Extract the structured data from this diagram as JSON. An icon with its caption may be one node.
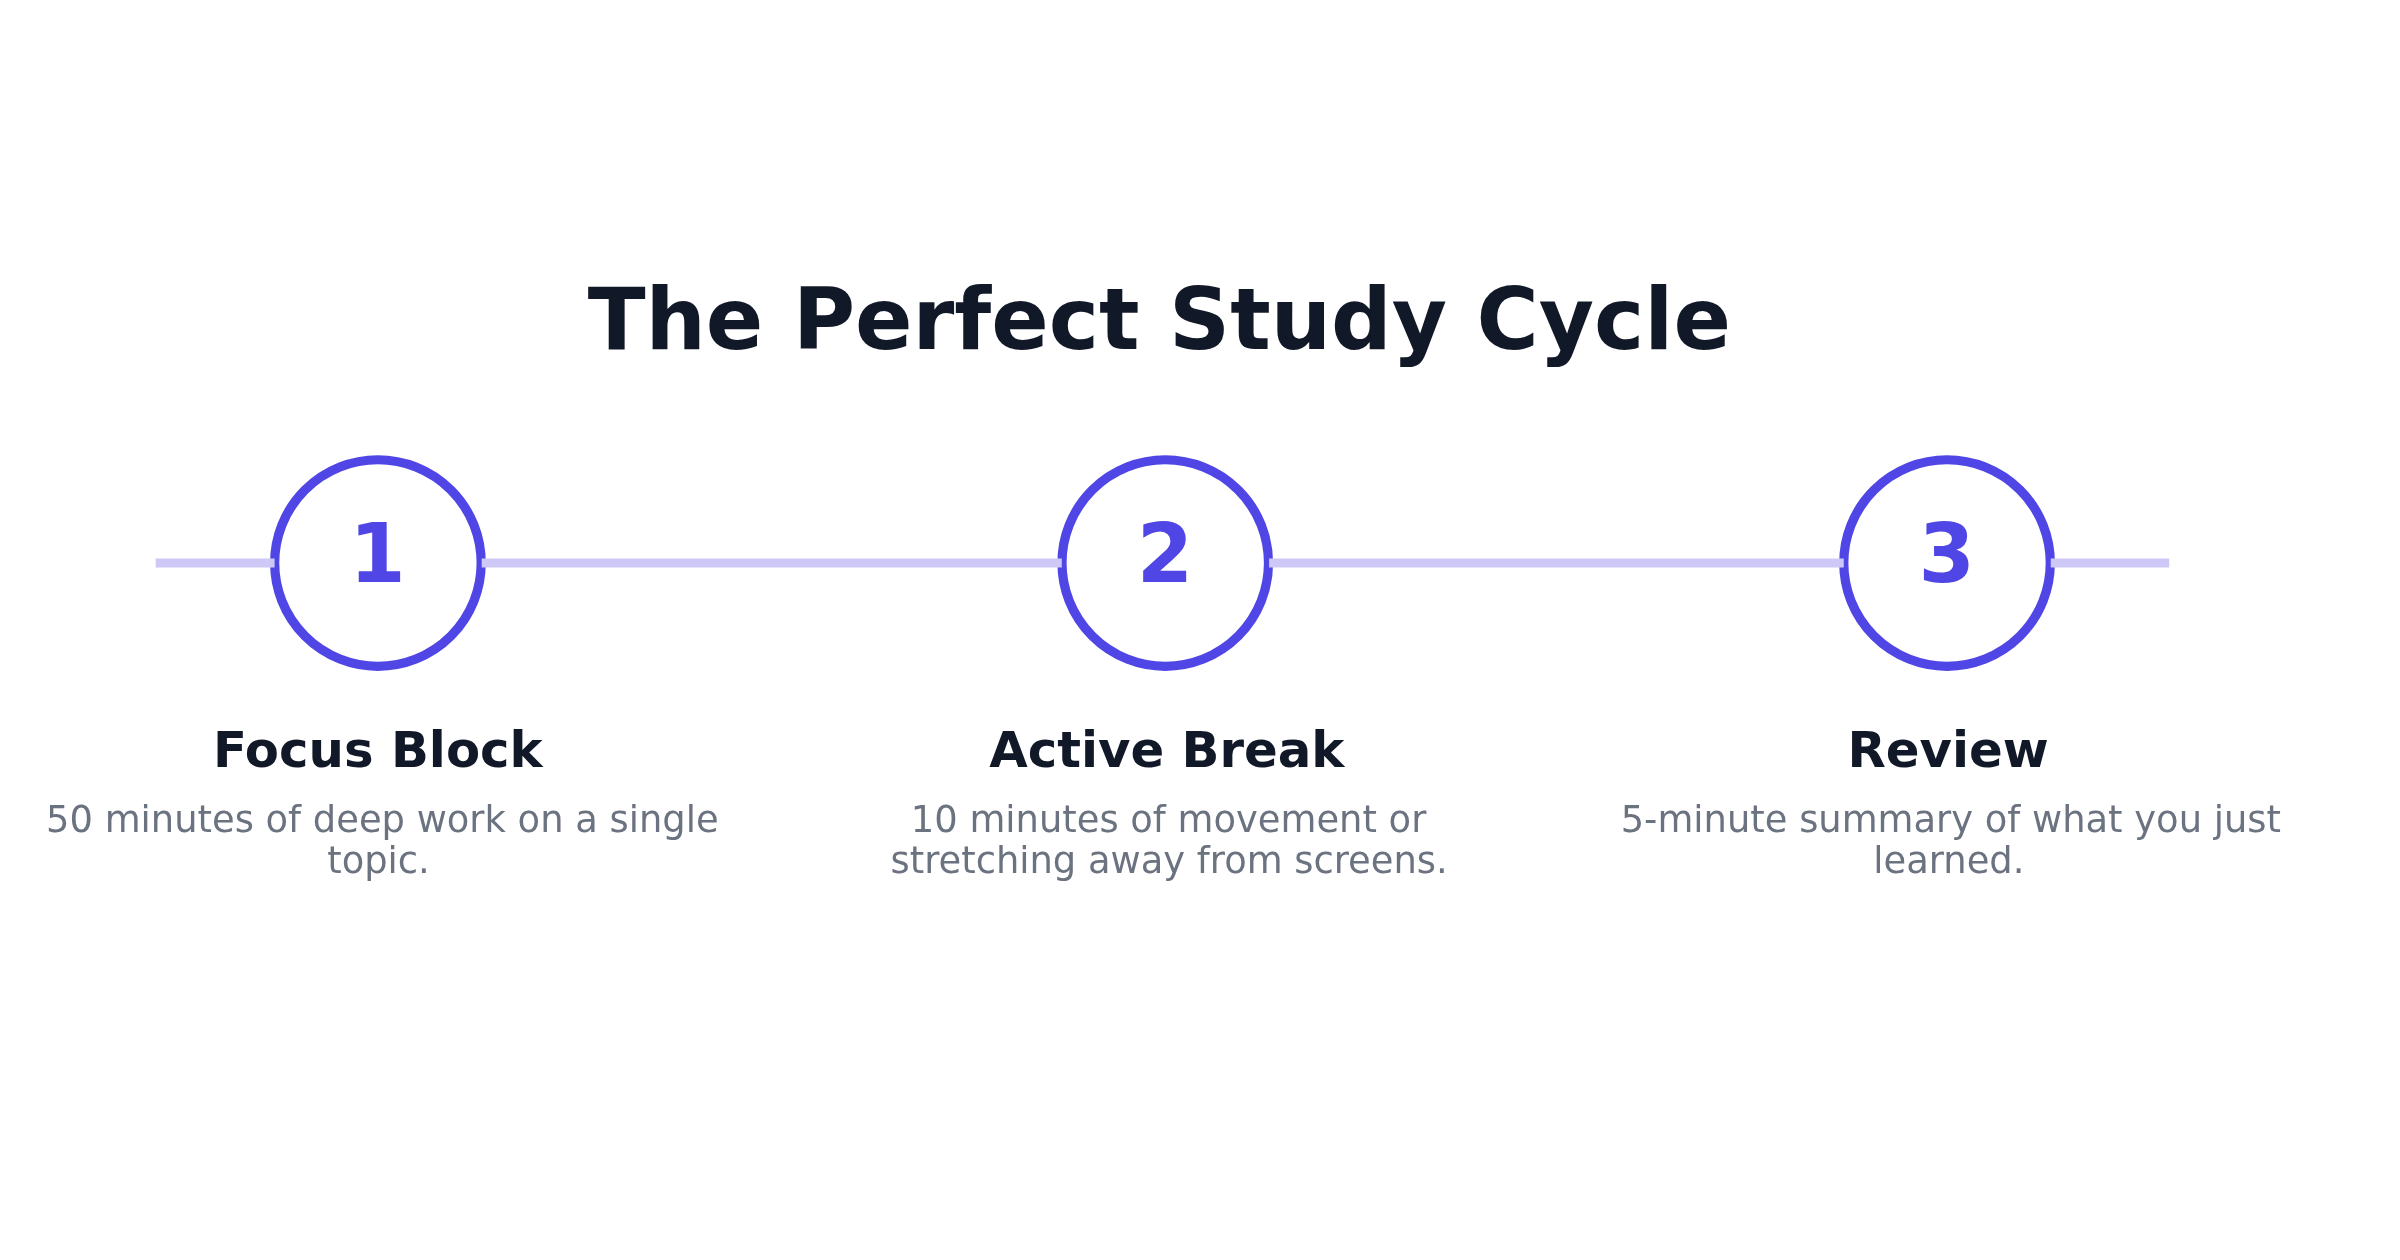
{
  "diagram": {
    "title": "The Perfect Study Cycle",
    "nodes": [
      {
        "text": [
          "1"
        ],
        "beside": [
          "Focus Block",
          "50 minutes of deep work on a single topic."
        ]
      },
      {
        "text": [
          "2"
        ],
        "beside": [
          "Active Break",
          "10 minutes of movement or stretching away from screens."
        ]
      },
      {
        "text": [
          "3"
        ],
        "beside": [
          "Review",
          "5-minute summary of what you just learned."
        ]
      }
    ],
    "edges": [
      {
        "from": null,
        "to": 0,
        "arrow": "none"
      },
      {
        "from": 0,
        "to": 1,
        "arrow": "none"
      },
      {
        "from": 1,
        "to": 2,
        "arrow": "none"
      },
      {
        "from": 2,
        "to": null,
        "arrow": "none"
      }
    ]
  }
}
